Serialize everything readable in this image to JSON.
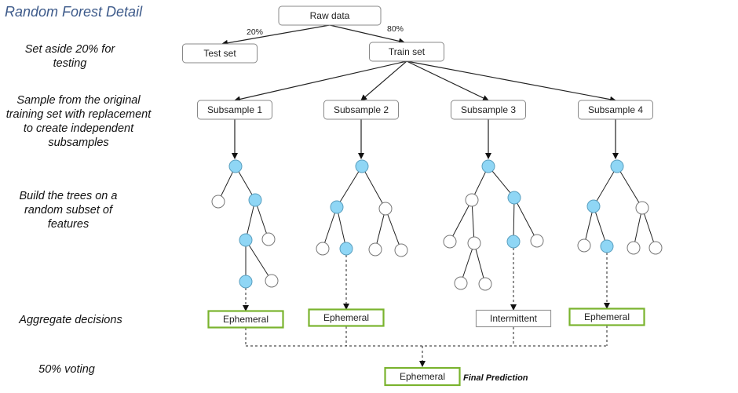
{
  "title": "Random Forest Detail",
  "steps": [
    {
      "id": "set-aside",
      "text": "Set aside 20% for testing"
    },
    {
      "id": "sample",
      "text": "Sample from the original training set with replacement to create independent subsamples"
    },
    {
      "id": "build",
      "text": "Build the trees on a random subset of features"
    },
    {
      "id": "aggregate",
      "text": "Aggregate decisions"
    },
    {
      "id": "voting",
      "text": "50% voting"
    }
  ],
  "raw_data": "Raw data",
  "split": {
    "test": {
      "label": "Test set",
      "percent": "20%"
    },
    "train": {
      "label": "Train set",
      "percent": "80%"
    }
  },
  "subsamples": [
    {
      "label": "Subsample 1",
      "decision": "Ephemeral",
      "decision_highlight": true
    },
    {
      "label": "Subsample 2",
      "decision": "Ephemeral",
      "decision_highlight": true
    },
    {
      "label": "Subsample 3",
      "decision": "Intermittent",
      "decision_highlight": false
    },
    {
      "label": "Subsample 4",
      "decision": "Ephemeral",
      "decision_highlight": true
    }
  ],
  "final": {
    "decision": "Ephemeral",
    "label": "Final Prediction"
  },
  "colors": {
    "node_active": "#8fd6f5",
    "node_active_stroke": "#5a9fbf",
    "node_inactive_stroke": "#777777",
    "highlight_border": "#7ab32e",
    "plain_border": "#999999",
    "box_border": "#888888",
    "title": "#3d5a8a"
  }
}
